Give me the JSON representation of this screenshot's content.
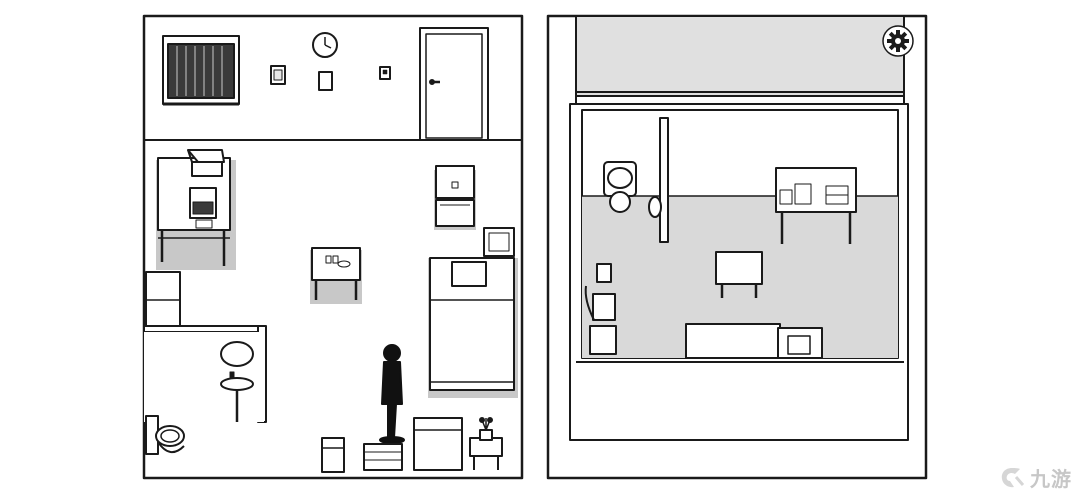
{
  "game": {
    "name": "bedroom-escape-scene",
    "left_room": "apartment-room",
    "right_room": "neighbor-room-view"
  },
  "colors": {
    "line": "#1a1a1a",
    "shadow": "#c8c8c8",
    "floor_gray": "#d9d9d9",
    "window_gray": "#e0e0e0",
    "wall_white": "#ffffff"
  },
  "icons": {
    "settings": "gear-icon",
    "player": "player-silhouette",
    "clock": "clock-icon"
  },
  "watermark": {
    "text": "九游",
    "icon": "watermark-logo-icon"
  }
}
